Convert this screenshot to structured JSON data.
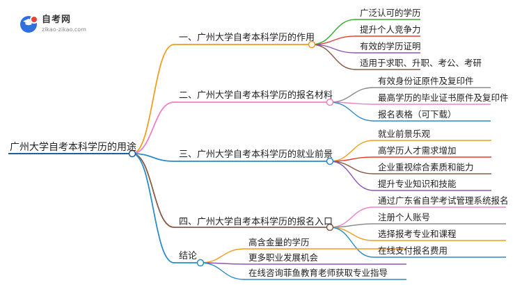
{
  "logo": {
    "name": "自考网",
    "url": "zikao-zikao.com"
  },
  "colors": {
    "root": "#1e5fa0",
    "b1": "#f39c1f",
    "b2": "#ee82c6",
    "b3": "#2a8bc9",
    "b4": "#8a5a45",
    "b5": "#2a8bc9",
    "leaf_green": "#3aaa35",
    "leaf_red": "#e63b2e",
    "leaf_orange": "#f39c1f",
    "leaf_brown": "#8a5a45",
    "leaf_gray": "#8c8c8c",
    "leaf_pink": "#ee82c6",
    "leaf_blue": "#2a8bc9",
    "leaf_purple": "#8e55b6"
  },
  "root": {
    "label": "广州大学自考本科学历的用途"
  },
  "branches": [
    {
      "label": "一、广州大学自考本科学历的作用",
      "leaves": [
        "广泛认可的学历",
        "提升个人竞争力",
        "有效的学历证明",
        "适用于求职、升职、考公、考研"
      ]
    },
    {
      "label": "二、广州大学自考本科学历的报名材料",
      "leaves": [
        "有效身份证原件及复印件",
        "最高学历的毕业证书原件及复印件",
        "报名表格（可下载）"
      ]
    },
    {
      "label": "三、广州大学自考本科学历的就业前景",
      "leaves": [
        "就业前景乐观",
        "高学历人才需求增加",
        "企业重视综合素质和能力",
        "提升专业知识和技能"
      ]
    },
    {
      "label": "四、广州大学自考本科学历的报名入口",
      "leaves": [
        "通过广东省自学考试管理系统报名",
        "注册个人账号",
        "选择报考专业和课程",
        "在线支付报名费用"
      ]
    },
    {
      "label": "结论",
      "leaves": [
        "高含金量的学历",
        "更多职业发展机会",
        "在线咨询菲鱼教育老师获取专业指导"
      ]
    }
  ]
}
